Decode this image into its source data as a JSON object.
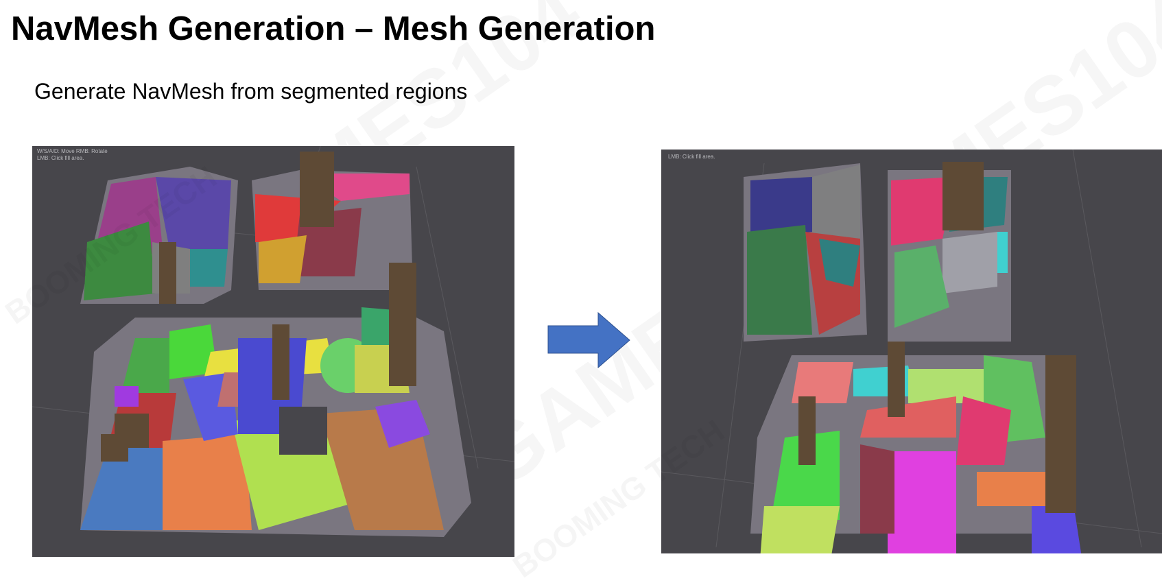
{
  "slide": {
    "title": "NavMesh Generation – Mesh Generation",
    "subtitle": "Generate NavMesh from segmented regions"
  },
  "left_screenshot": {
    "hint_line1": "W/S/A/D: Move  RMB: Rotate",
    "hint_line2": "LMB: Click fill area."
  },
  "right_screenshot": {
    "hint_line2": "LMB: Click fill area."
  },
  "arrow": {
    "color": "#4472c4"
  },
  "watermark": {
    "text": "GAMES104",
    "brand": "BOOMING TECH"
  }
}
